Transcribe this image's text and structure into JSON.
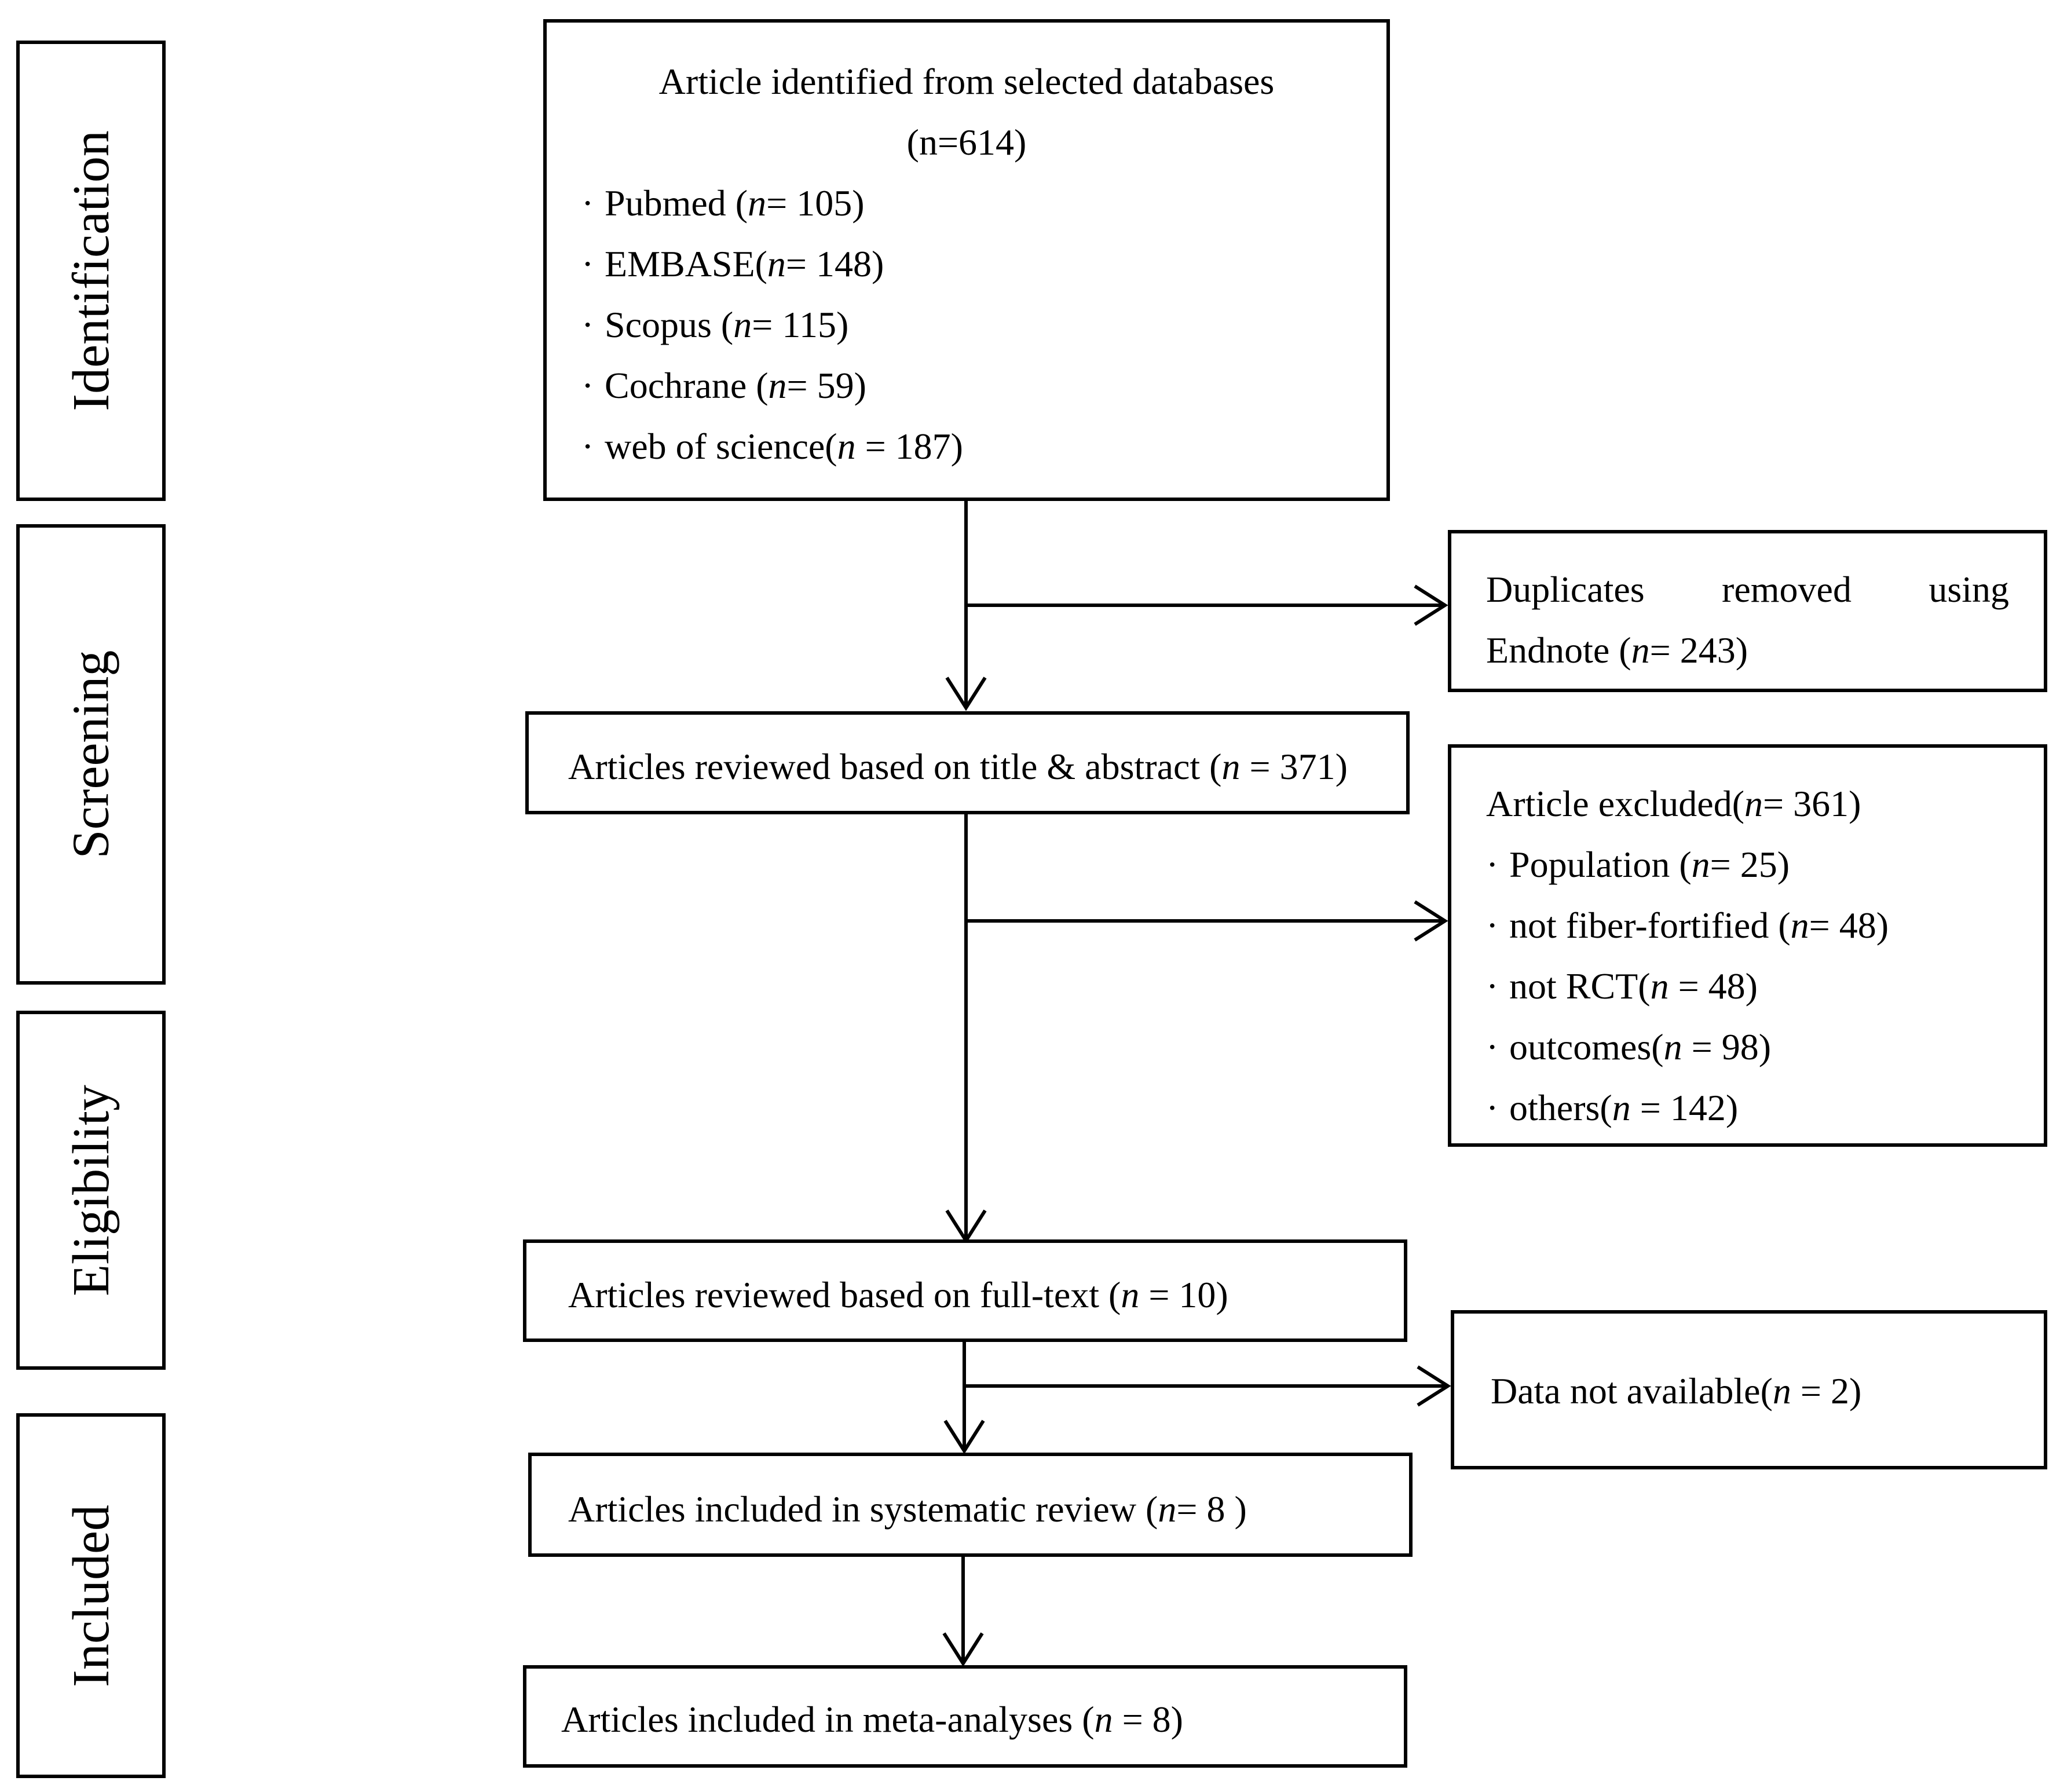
{
  "stages": [
    "Identification",
    "Screening",
    "Eligibility",
    "Included"
  ],
  "identified": {
    "title": "Article identified from selected databases",
    "total": "(n=614)",
    "sources": [
      {
        "pre": "Pubmed (",
        "n": "n",
        "post": "= 105)"
      },
      {
        "pre": "EMBASE(",
        "n": "n",
        "post": "= 148)"
      },
      {
        "pre": "Scopus (",
        "n": "n",
        "post": "= 115)"
      },
      {
        "pre": "Cochrane (",
        "n": "n",
        "post": "= 59)"
      },
      {
        "pre": "web of science(",
        "n": "n",
        "post": " = 187)"
      }
    ]
  },
  "duplicates": {
    "line1": [
      "Duplicates",
      "removed",
      "using"
    ],
    "line2_pre": "Endnote (",
    "line2_n": "n",
    "line2_post": "= 243)"
  },
  "title_abstract": {
    "pre": "Articles reviewed based on title & abstract  (",
    "n": "n",
    "post": " = 371)"
  },
  "excluded": {
    "title_pre": "Article excluded(",
    "title_n": "n",
    "title_post": "= 361)",
    "reasons": [
      {
        "pre": "Population (",
        "n": "n",
        "post": "= 25)"
      },
      {
        "pre": "not fiber-fortified (",
        "n": "n",
        "post": "= 48)"
      },
      {
        "pre": "not RCT(",
        "n": "n",
        "post": " = 48)"
      },
      {
        "pre": "outcomes(",
        "n": "n",
        "post": " = 98)"
      },
      {
        "pre": "others(",
        "n": "n",
        "post": " = 142)"
      }
    ]
  },
  "full_text": {
    "pre": "Articles reviewed  based on full-text (",
    "n": "n",
    "post": " = 10)"
  },
  "not_available": {
    "pre": "Data not available(",
    "n": "n",
    "post": " = 2)"
  },
  "systematic": {
    "pre": "Articles included in systematic review (",
    "n": "n",
    "post": "= 8 )"
  },
  "meta": {
    "pre": "Articles included in meta-analyses  (",
    "n": "n",
    "post": " = 8)"
  },
  "bullet_symbol": "·"
}
